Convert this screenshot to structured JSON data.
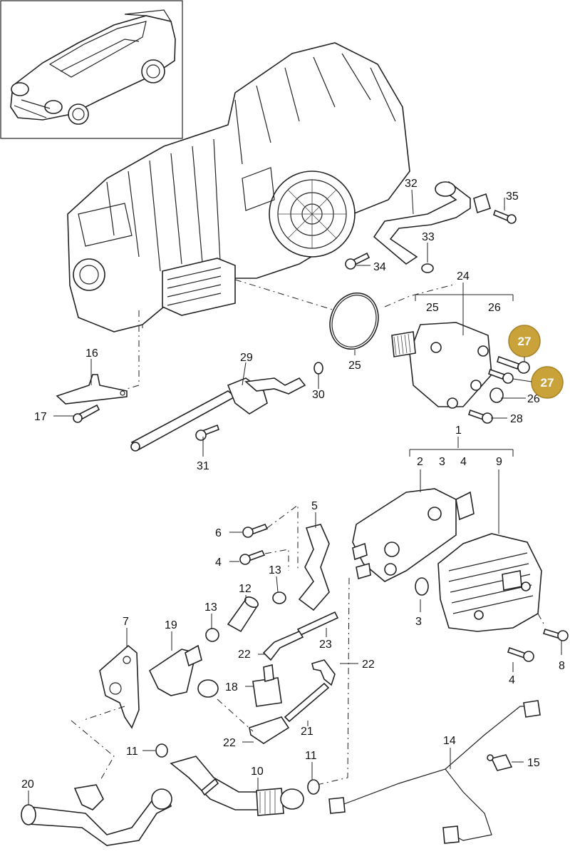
{
  "diagram": {
    "labels": {
      "p1": "1",
      "p2": "2",
      "p3a": "3",
      "p3b": "3",
      "p4a": "4",
      "p4b": "4",
      "p4c": "4",
      "p5": "5",
      "p6": "6",
      "p7": "7",
      "p8": "8",
      "p9": "9",
      "p10": "10",
      "p11a": "11",
      "p11b": "11",
      "p12": "12",
      "p13a": "13",
      "p13b": "13",
      "p14": "14",
      "p15": "15",
      "p16": "16",
      "p17": "17",
      "p18": "18",
      "p19": "19",
      "p20": "20",
      "p21": "21",
      "p22a": "22",
      "p22b": "22",
      "p22c": "22",
      "p23": "23",
      "p24": "24",
      "p25a": "25",
      "p25b": "25",
      "p26a": "26",
      "p26b": "26",
      "p28": "28",
      "p29": "29",
      "p30": "30",
      "p31": "31",
      "p32": "32",
      "p33": "33",
      "p34": "34",
      "p35": "35"
    },
    "highlighted": {
      "a": "27",
      "b": "27"
    },
    "colors": {
      "highlight": "#c9a23a",
      "line": "#222222"
    },
    "icons": {
      "thumbnail": "car-thumbnail-icon"
    }
  }
}
